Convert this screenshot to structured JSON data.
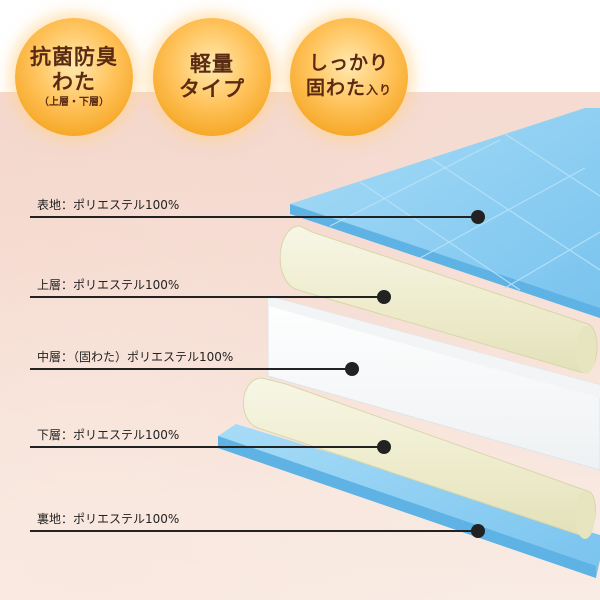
{
  "badges": [
    {
      "line1": "抗菌防臭",
      "line2": "わた",
      "sub": "（上層・下層）"
    },
    {
      "line1": "軽量",
      "line2": "タイプ"
    },
    {
      "line1": "しっかり",
      "line2_main": "固わた",
      "line2_small": "入り"
    }
  ],
  "layers": [
    {
      "label": "表地：ポリエステル100%"
    },
    {
      "label": "上層：ポリエステル100%"
    },
    {
      "label": "中層：（固わた）ポリエステル100%"
    },
    {
      "label": "下層：ポリエステル100%"
    },
    {
      "label": "裏地：ポリエステル100%"
    }
  ],
  "colors": {
    "badge": "#f5a623",
    "badge_text": "#5a2b12",
    "fabric_blue": "#8fd0f2",
    "padding_cream": "#f3f1d8",
    "core_white": "#ffffff"
  }
}
